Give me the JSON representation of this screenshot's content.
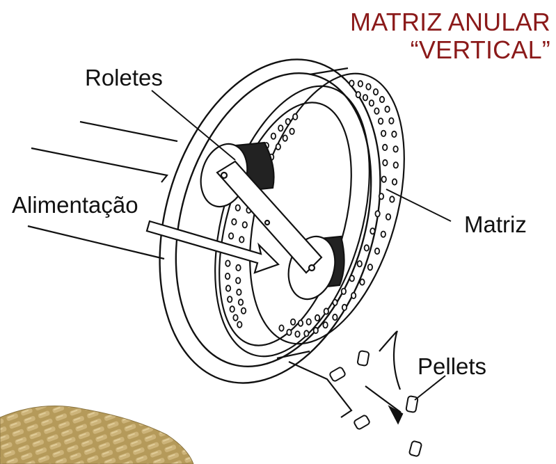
{
  "title": {
    "line1": "MATRIZ ANULAR",
    "line2": "“VERTICAL”",
    "color": "#8b1a1a"
  },
  "labels": {
    "roletes": "Roletes",
    "alimentacao": "Alimentação",
    "matriz": "Matriz",
    "pellets": "Pellets"
  }
}
